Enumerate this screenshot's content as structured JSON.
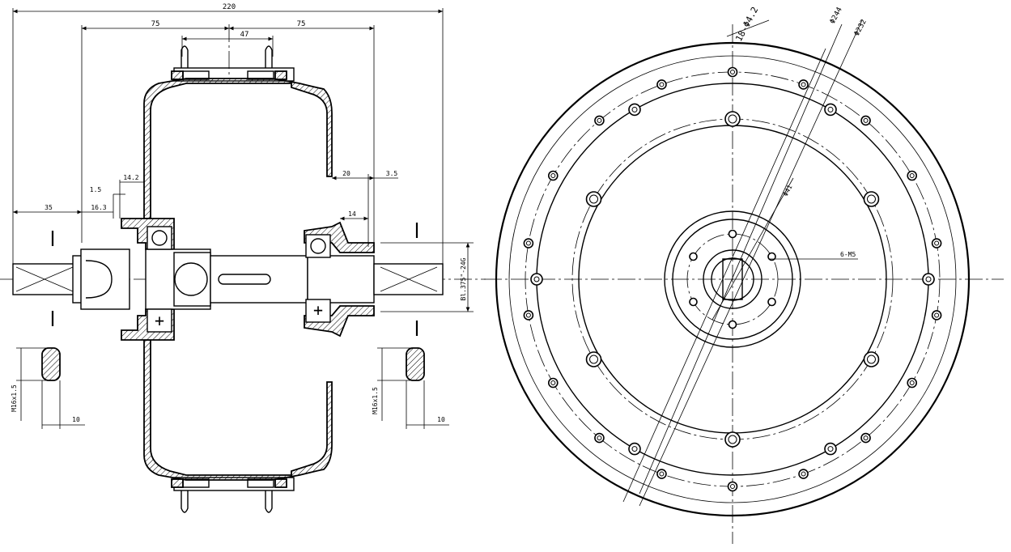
{
  "side_view": {
    "dimensions": {
      "overall_width": "220",
      "half_width_left": "75",
      "half_width_right": "75",
      "flange_spacing": "47",
      "left_shaft_length": "35",
      "left_offset_a": "16.3",
      "left_offset_b": "14.2",
      "left_step": "1.5",
      "right_offset_a": "20",
      "right_step": "3.5",
      "right_bearing": "14",
      "shaft_diameter": "Bl.375\"-24G",
      "left_thread_label": "M16x1.5",
      "left_flat_width": "10",
      "right_thread_label": "M16x1.5",
      "right_flat_width": "10"
    },
    "symbols": {
      "plus_sign": "+"
    }
  },
  "front_view": {
    "dimensions": {
      "outer_hole_callout": "18-Φ4.2",
      "diameter_a": "Φ244",
      "diameter_b": "Φ232",
      "hub_diameter": "Φ41",
      "center_holes": "6-M5"
    }
  }
}
